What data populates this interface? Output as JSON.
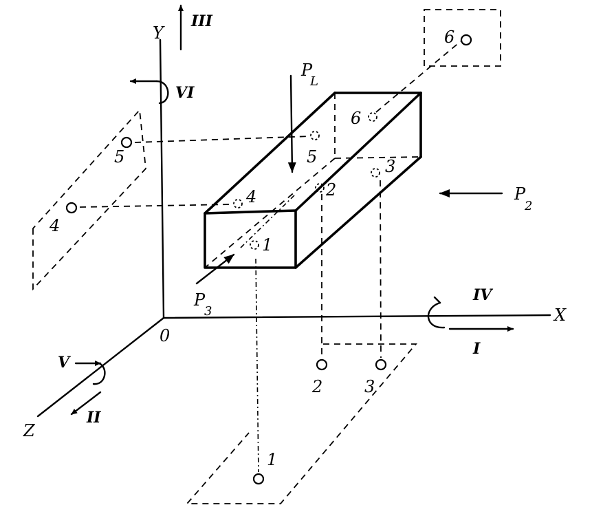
{
  "axes": {
    "x": "X",
    "y": "Y",
    "z": "Z",
    "origin": "0"
  },
  "forces": {
    "p1_main": "P",
    "p1_sub": "L",
    "p2_main": "P",
    "p2_sub": "2",
    "p3_main": "P",
    "p3_sub": "3"
  },
  "roman": {
    "i": "I",
    "ii": "II",
    "iii": "III",
    "iv": "IV",
    "v": "V",
    "vi": "VI"
  },
  "points": {
    "p1": "1",
    "p2": "2",
    "p3": "3",
    "p4": "4",
    "p5": "5",
    "p6": "6",
    "b1": "1",
    "b2": "2",
    "b3": "3",
    "b4": "4",
    "b5": "5",
    "b6": "6"
  }
}
